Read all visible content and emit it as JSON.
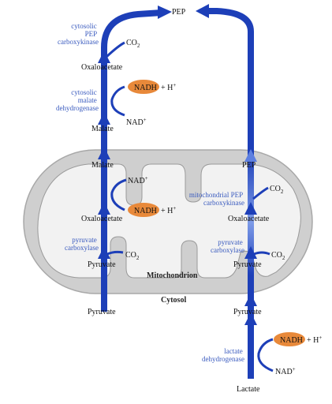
{
  "colors": {
    "arrow_blue": "#1d3fb8",
    "arrow_light": "#5d7fe0",
    "mito_fill": "#d0d0d0",
    "mito_inner": "#f1f1f1",
    "nadh_fill": "#e8893a",
    "enzyme_text": "#3a5bbf"
  },
  "labels": {
    "pep_top": "PEP",
    "oxaloacetate_cyt": "Oxaloacetate",
    "malate_cyt": "Malate",
    "malate_mito": "Malate",
    "oxaloacetate_mito_left": "Oxaloacetate",
    "pyruvate_mito_left": "Pyruvate",
    "pyruvate_cyt_left": "Pyruvate",
    "pep_mito": "PEP",
    "oxaloacetate_mito_right": "Oxaloacetate",
    "pyruvate_mito_right": "Pyruvate",
    "pyruvate_cyt_right": "Pyruvate",
    "lactate": "Lactate",
    "mitochondrion": "Mitochondrion",
    "cytosol": "Cytosol"
  },
  "enzymes": {
    "cytosolic_pepck": [
      "cytosolic",
      "PEP",
      "carboxykinase"
    ],
    "cytosolic_mdh": [
      "cytosolic",
      "malate",
      "dehydrogenase"
    ],
    "pyruvate_carboxylase_left": [
      "pyruvate",
      "carboxylase"
    ],
    "mito_pepck": [
      "mitochondrial PEP",
      "carboxykinase"
    ],
    "pyruvate_carboxylase_right": [
      "pyruvate",
      "carboxylase"
    ],
    "lactate_dh": [
      "lactate",
      "dehydrogenase"
    ]
  },
  "cofactors": {
    "co2": "CO",
    "co2_sub": "2",
    "nadh": "NADH",
    "h_plus": "+ H",
    "nad": "NAD",
    "plus_sup": "+"
  }
}
